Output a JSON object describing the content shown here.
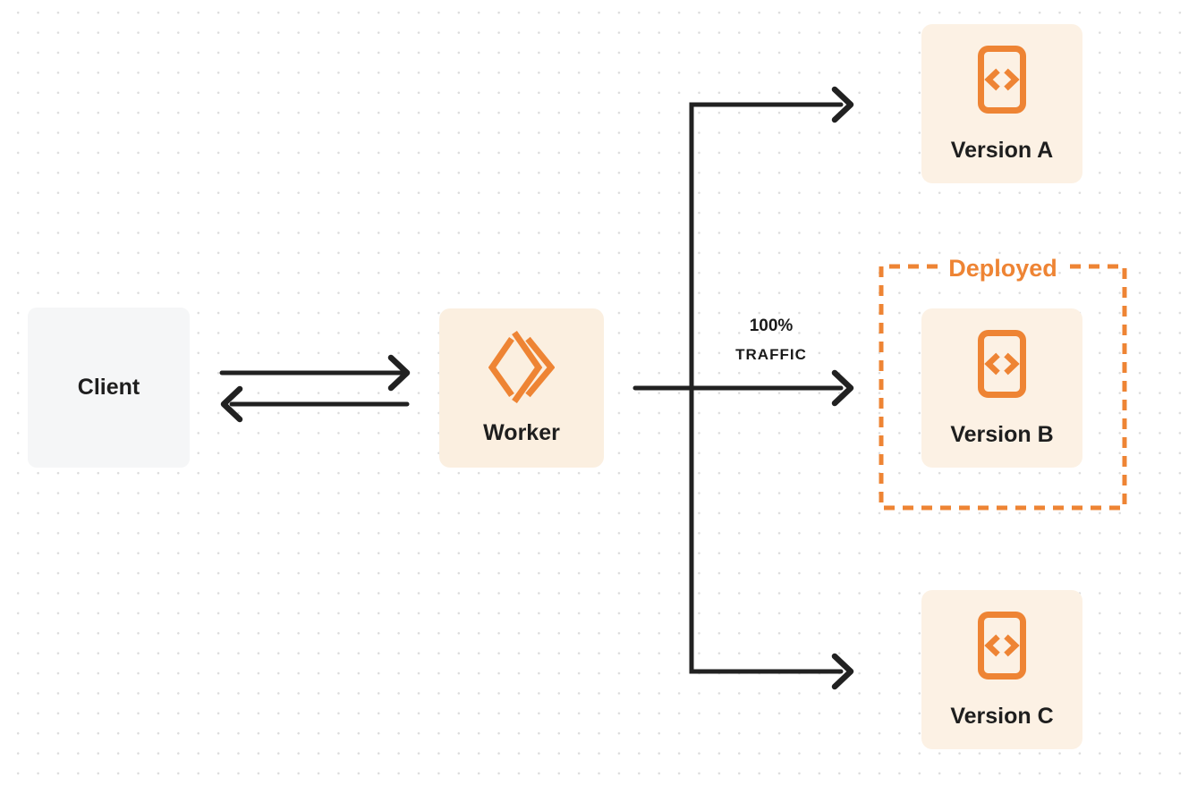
{
  "diagram": {
    "nodes": {
      "client": {
        "label": "Client"
      },
      "worker": {
        "label": "Worker"
      },
      "version_a": {
        "label": "Version A"
      },
      "version_b": {
        "label": "Version B"
      },
      "version_c": {
        "label": "Version C"
      }
    },
    "annotations": {
      "deployed": {
        "label": "Deployed"
      },
      "traffic": {
        "line1": "100%",
        "line2": "TRAFFIC"
      }
    },
    "icons": {
      "worker": "workers-logo-icon",
      "versions": "code-file-icon"
    },
    "colors": {
      "accent_orange": "#EE8434",
      "worker_card_cream": "#FBEFE0",
      "version_card_cream": "#FCF1E4",
      "client_card_gray": "#F5F6F7",
      "connector_dark": "#212121",
      "text_dark": "#1E1E1E",
      "dot_grid": "#DCDCDC",
      "background": "#FFFFFF"
    }
  }
}
